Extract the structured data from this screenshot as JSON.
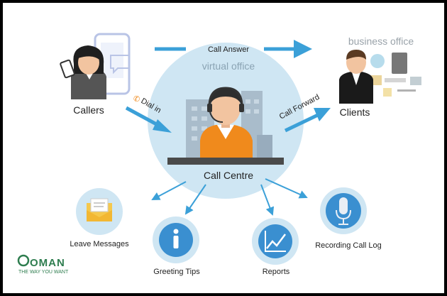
{
  "diagram": {
    "virtual_office_label": "virtual office",
    "business_office_label": "business office",
    "callers_label": "Callers",
    "clients_label": "Clients",
    "call_centre_label": "Call Centre",
    "edges": {
      "call_answer": "Call Answer",
      "dial_in": "Dial in",
      "call_forward": "Call Forward"
    },
    "features": [
      {
        "label": "Leave Messages",
        "icon": "envelope-icon"
      },
      {
        "label": "Greeting Tips",
        "icon": "info-icon"
      },
      {
        "label": "Reports",
        "icon": "chart-icon"
      },
      {
        "label": "Recording Call Log",
        "icon": "microphone-icon"
      }
    ]
  },
  "brand": {
    "name": "OMAN",
    "tagline": "THE WAY YOU WANT"
  },
  "colors": {
    "arrow_blue": "#3ba0d8",
    "circle_blue": "#cfe6f3",
    "agent_orange": "#f08a1c",
    "brand_green": "#2e7d4f"
  }
}
